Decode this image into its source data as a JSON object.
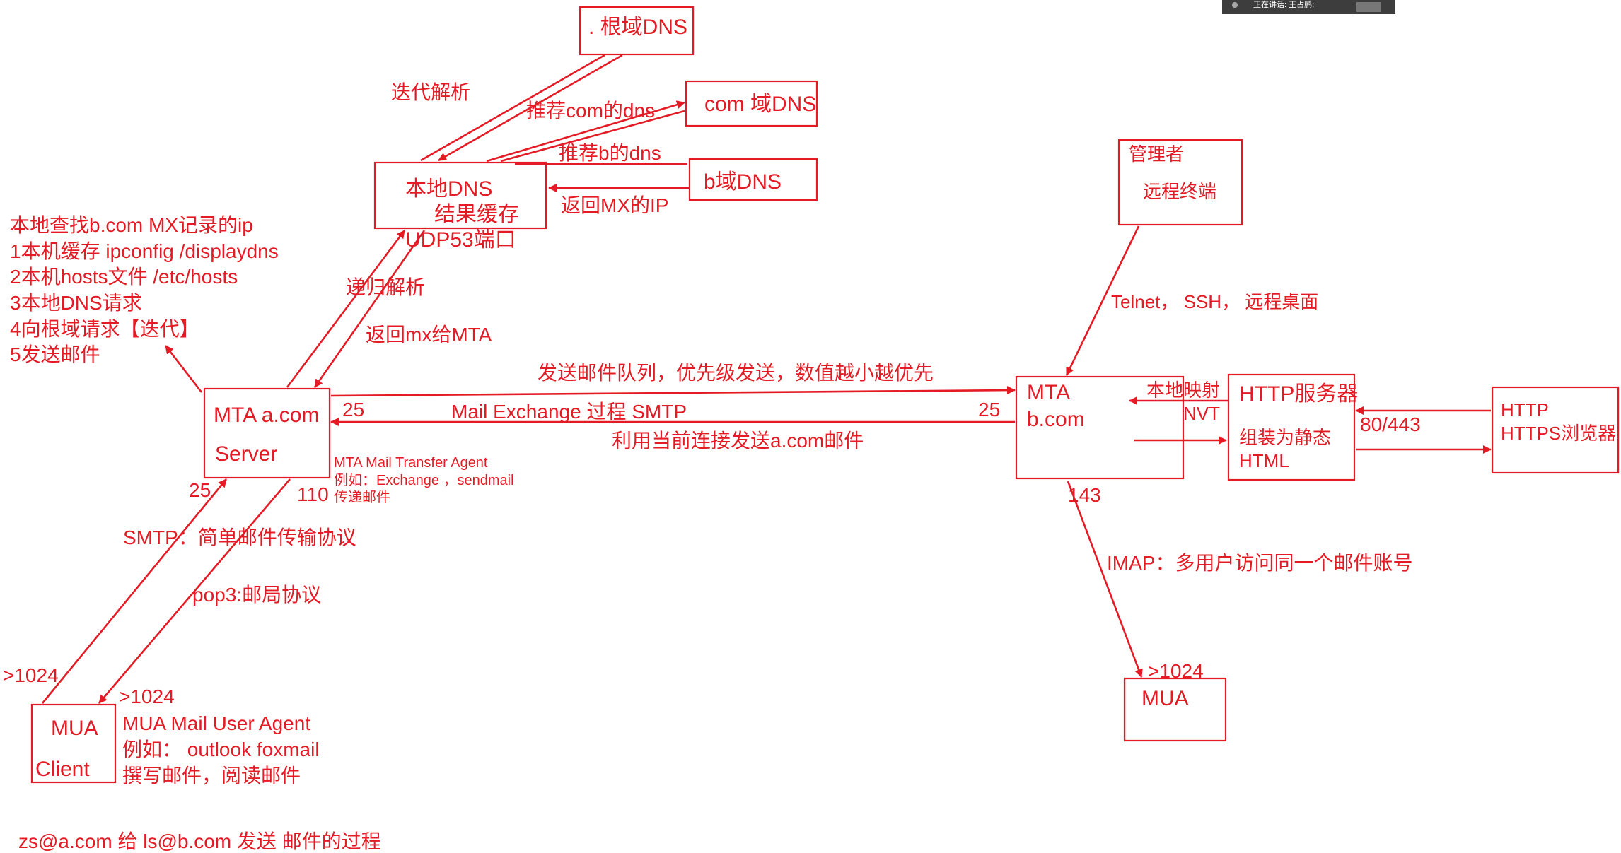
{
  "colors": {
    "ink": "#e41b24",
    "background": "#ffffff",
    "overlay": "#3d3d3d"
  },
  "overlay": {
    "text": "正在讲话: 王占鹏;"
  },
  "nodes": {
    "root_dns": ".  根域DNS",
    "com_dns": "com 域DNS",
    "b_dns": "b域DNS",
    "local_dns_title": "本地DNS",
    "local_dns_cache": "结果缓存",
    "local_dns_port": "UDP53端口",
    "mta_a_title": "MTA a.com",
    "mta_a_server": "Server",
    "mua_title": "MUA",
    "mua_client": "Client",
    "mta_b_line1": "MTA",
    "mta_b_line2": "b.com",
    "http_server_title": "HTTP服务器",
    "http_server_line1": "组装为静态",
    "http_server_line2": "HTML",
    "browser_line1": "HTTP",
    "browser_line2": "HTTPS浏览器",
    "admin_title": "管理者",
    "admin_sub": "远程终端",
    "mua_b": "MUA"
  },
  "labels": {
    "iterative": "迭代解析",
    "recommend_com": "推荐com的dns",
    "recommend_b": "推荐b的dns",
    "return_mx_ip": "返回MX的IP",
    "recursive": "递归解析",
    "return_mx_mta": "返回mx给MTA",
    "send_queue": "发送邮件队列，优先级发送，数值越小越优先",
    "port_25_a": "25",
    "port_25_b": "25",
    "mail_exchange": "Mail  Exchange 过程       SMTP",
    "reuse_connection": "利用当前连接发送a.com邮件",
    "local_map": "本地映射",
    "nvt": "NVT",
    "port_80_443": "80/443",
    "remote_protocols": "Telnet，  SSH，  远程桌面",
    "port_143": "143",
    "imap": "IMAP：多用户访问同一个邮件账号",
    "mua_b_port": ">1024",
    "mta_note_1": "MTA  Mail  Transfer Agent",
    "mta_note_2": "例如：Exchange ，sendmail",
    "mta_note_3": "传递邮件",
    "port_25_client": "25",
    "port_110": "110",
    "smtp_desc": "SMTP：简单邮件传输协议",
    "pop3_desc": "pop3:邮局协议",
    "client_port_left": ">1024",
    "client_port_right": ">1024",
    "mua_note_1": "MUA  Mail  User Agent",
    "mua_note_2": "例如：  outlook  foxmail",
    "mua_note_3": "撰写邮件，阅读邮件",
    "footer": "zs@a.com  给   ls@b.com  发送 邮件的过程"
  },
  "lookup_steps": [
    "本地查找b.com MX记录的ip",
    "1本机缓存 ipconfig /displaydns",
    "2本机hosts文件    /etc/hosts",
    "3本地DNS请求",
    "4向根域请求【迭代】",
    "5发送邮件"
  ]
}
